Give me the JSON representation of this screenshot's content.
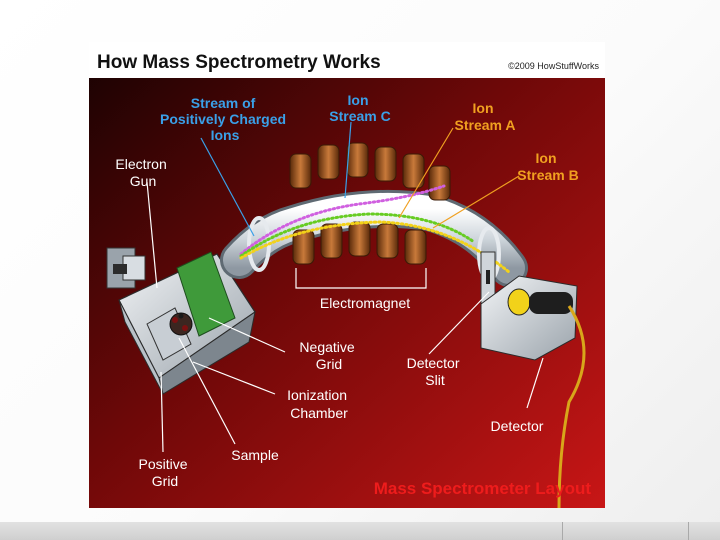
{
  "figure": {
    "title": "How Mass Spectrometry Works",
    "copyright": "©2009 HowStuffWorks",
    "subtitle": "Mass Spectrometer Layout",
    "labels": {
      "stream_positive": [
        "Stream of",
        "Positively Charged",
        "Ions"
      ],
      "ion_stream_c": [
        "Ion",
        "Stream C"
      ],
      "ion_stream_a": [
        "Ion",
        "Stream A"
      ],
      "ion_stream_b": [
        "Ion",
        "Stream B"
      ],
      "electron_gun": [
        "Electron",
        "Gun"
      ],
      "electromagnet": "Electromagnet",
      "negative_grid": [
        "Negative",
        "Grid"
      ],
      "detector_slit": [
        "Detector",
        "Slit"
      ],
      "ionization_chamber": [
        "Ionization",
        "Chamber"
      ],
      "detector": "Detector",
      "sample": "Sample",
      "positive_grid": [
        "Positive",
        "Grid"
      ]
    },
    "colors": {
      "callout_blue": "#3aa0e8",
      "callout_orange": "#f0a020",
      "ion_stream_c": "#d060e0",
      "ion_stream_a": "#66cc22",
      "ion_stream_b": "#f2d21a",
      "callout_white": "#ffffff",
      "subtitle_red": "#ee1c1c"
    }
  }
}
